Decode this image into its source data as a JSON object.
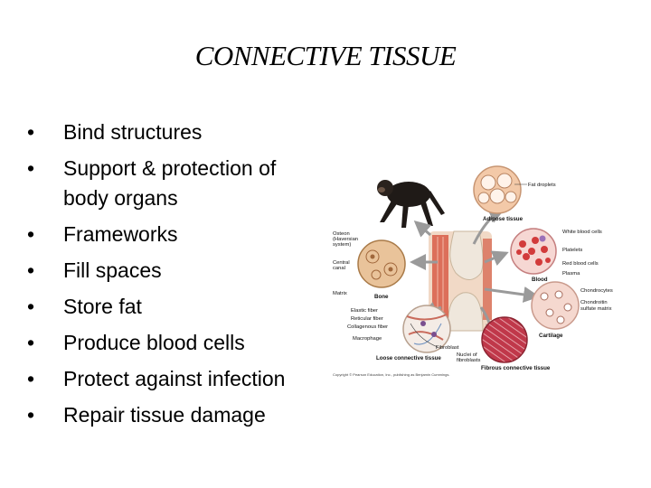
{
  "slide": {
    "title": "CONNECTIVE TISSUE",
    "bullets": [
      "Bind structures",
      "Support & protection of body organs",
      "Frameworks",
      "Fill spaces",
      "Store fat",
      "Produce blood cells",
      "Protect against infection",
      "Repair tissue damage"
    ]
  },
  "figure": {
    "labels": {
      "fat_droplets": "Fat droplets",
      "adipose_tissue": "Adipose tissue",
      "white_blood_cells": "White blood cells",
      "platelets": "Platelets",
      "red_blood_cells": "Red blood cells",
      "plasma": "Plasma",
      "blood": "Blood",
      "chondrocytes": "Chondrocytes",
      "chondroitin_line1": "Chondroitin",
      "chondroitin_line2": "sulfate matrix",
      "cartilage": "Cartilage",
      "osteon_line1": "Osteon",
      "osteon_line2": "(Haversian",
      "osteon_line3": "system)",
      "central_line1": "Central",
      "central_line2": "canal",
      "matrix": "Matrix",
      "bone": "Bone",
      "elastic_fiber": "Elastic fiber",
      "reticular_fiber": "Reticular fiber",
      "collagenous_fiber": "Collagenous fiber",
      "macrophage": "Macrophage",
      "fibroblast": "Fibroblast",
      "nuclei_line1": "Nuclei of",
      "nuclei_line2": "fibroblasts",
      "loose_connective": "Loose connective tissue",
      "fibrous_connective": "Fibrous connective tissue",
      "copyright": "Copyright © Pearson Education, Inc., publishing as Benjamin Cummings."
    },
    "colors": {
      "adipose": "#f3c9a8",
      "blood_bg": "#f6d7d3",
      "red_cell": "#d23b3b",
      "cartilage_bg": "#f5d8cf",
      "bone_bg": "#e9c39a",
      "fibrous": "#c0384a",
      "loose_bg": "#f4ece6",
      "arrow": "#9a9a9a"
    }
  }
}
